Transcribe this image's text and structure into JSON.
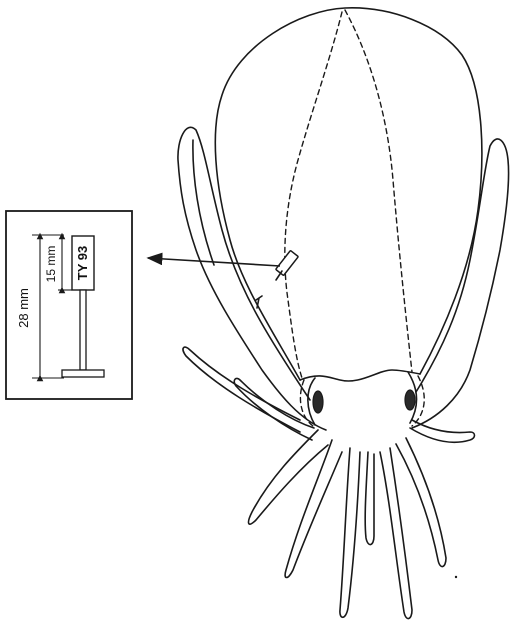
{
  "figure": {
    "tag_inset": {
      "total_length_label": "28 mm",
      "head_length_label": "15 mm",
      "tag_code": "TY 93"
    },
    "colors": {
      "ink": "#1a1a1a",
      "background": "#ffffff"
    }
  }
}
